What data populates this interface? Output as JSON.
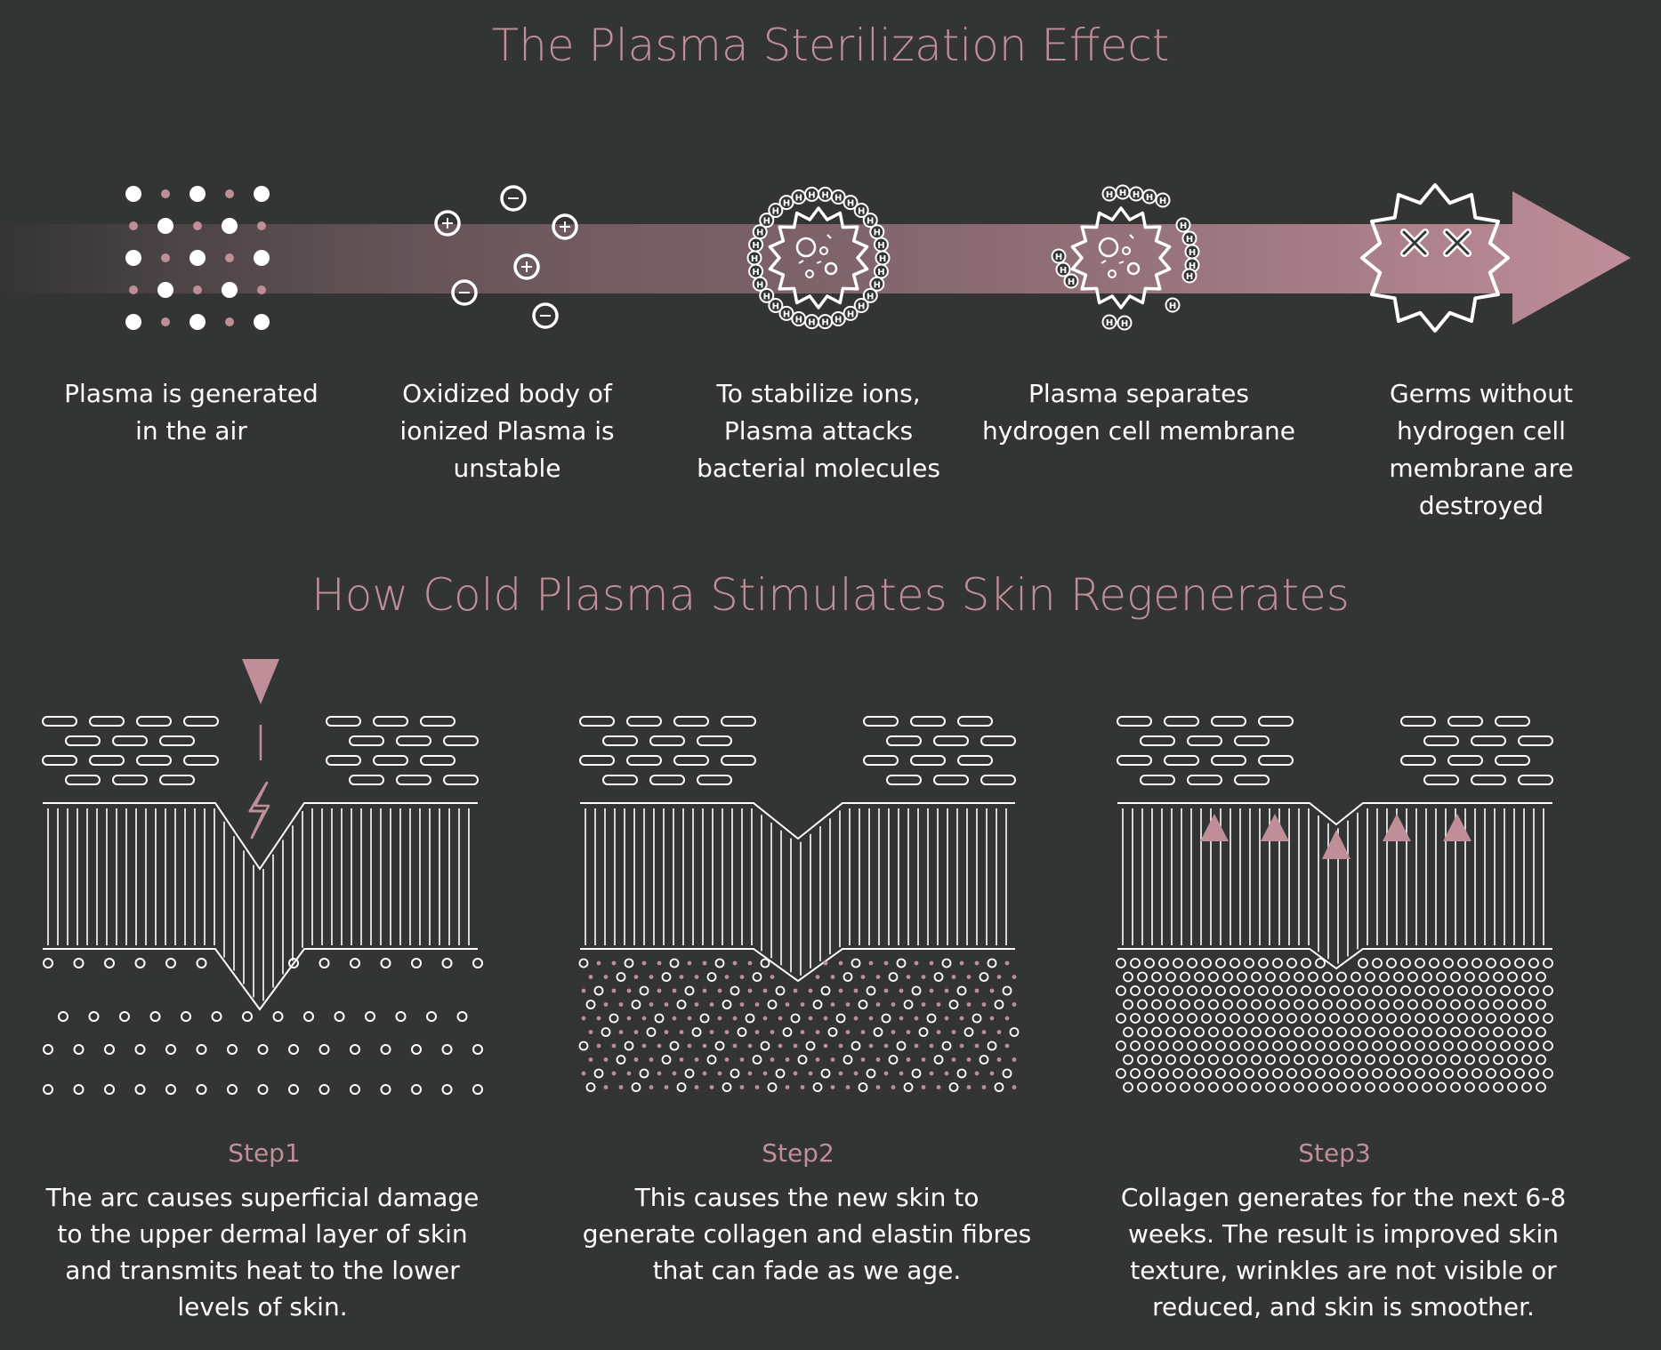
{
  "section1": {
    "title": "The Plasma Sterilization Effect",
    "stages": [
      {
        "caption": "Plasma is generated in the air"
      },
      {
        "caption": "Oxidized body of ionized Plasma is unstable"
      },
      {
        "caption": "To stabilize ions, Plasma attacks bacterial molecules"
      },
      {
        "caption": "Plasma separates hydrogen cell membrane"
      },
      {
        "caption": "Germs without hydrogen cell membrane are destroyed"
      }
    ]
  },
  "section2": {
    "title": "How Cold Plasma Stimulates Skin Regenerates",
    "steps": [
      {
        "label": "Step1",
        "description": "The arc causes superficial damage to the upper dermal layer of skin and transmits heat to the lower levels of skin."
      },
      {
        "label": "Step2",
        "description": "This causes the new skin to generate collagen and elastin fibres that can fade as we age."
      },
      {
        "label": "Step3",
        "description": "Collagen generates for the next 6-8 weeks. The result is improved skin texture, wrinkles are not visible or reduced, and skin is smoother."
      }
    ]
  },
  "icons": {
    "ion_positive": "plus-ion-icon",
    "ion_negative": "minus-ion-icon",
    "hydrogen": "H"
  },
  "colors": {
    "background": "#333434",
    "accent": "#c08e99",
    "line": "#ffffff"
  }
}
